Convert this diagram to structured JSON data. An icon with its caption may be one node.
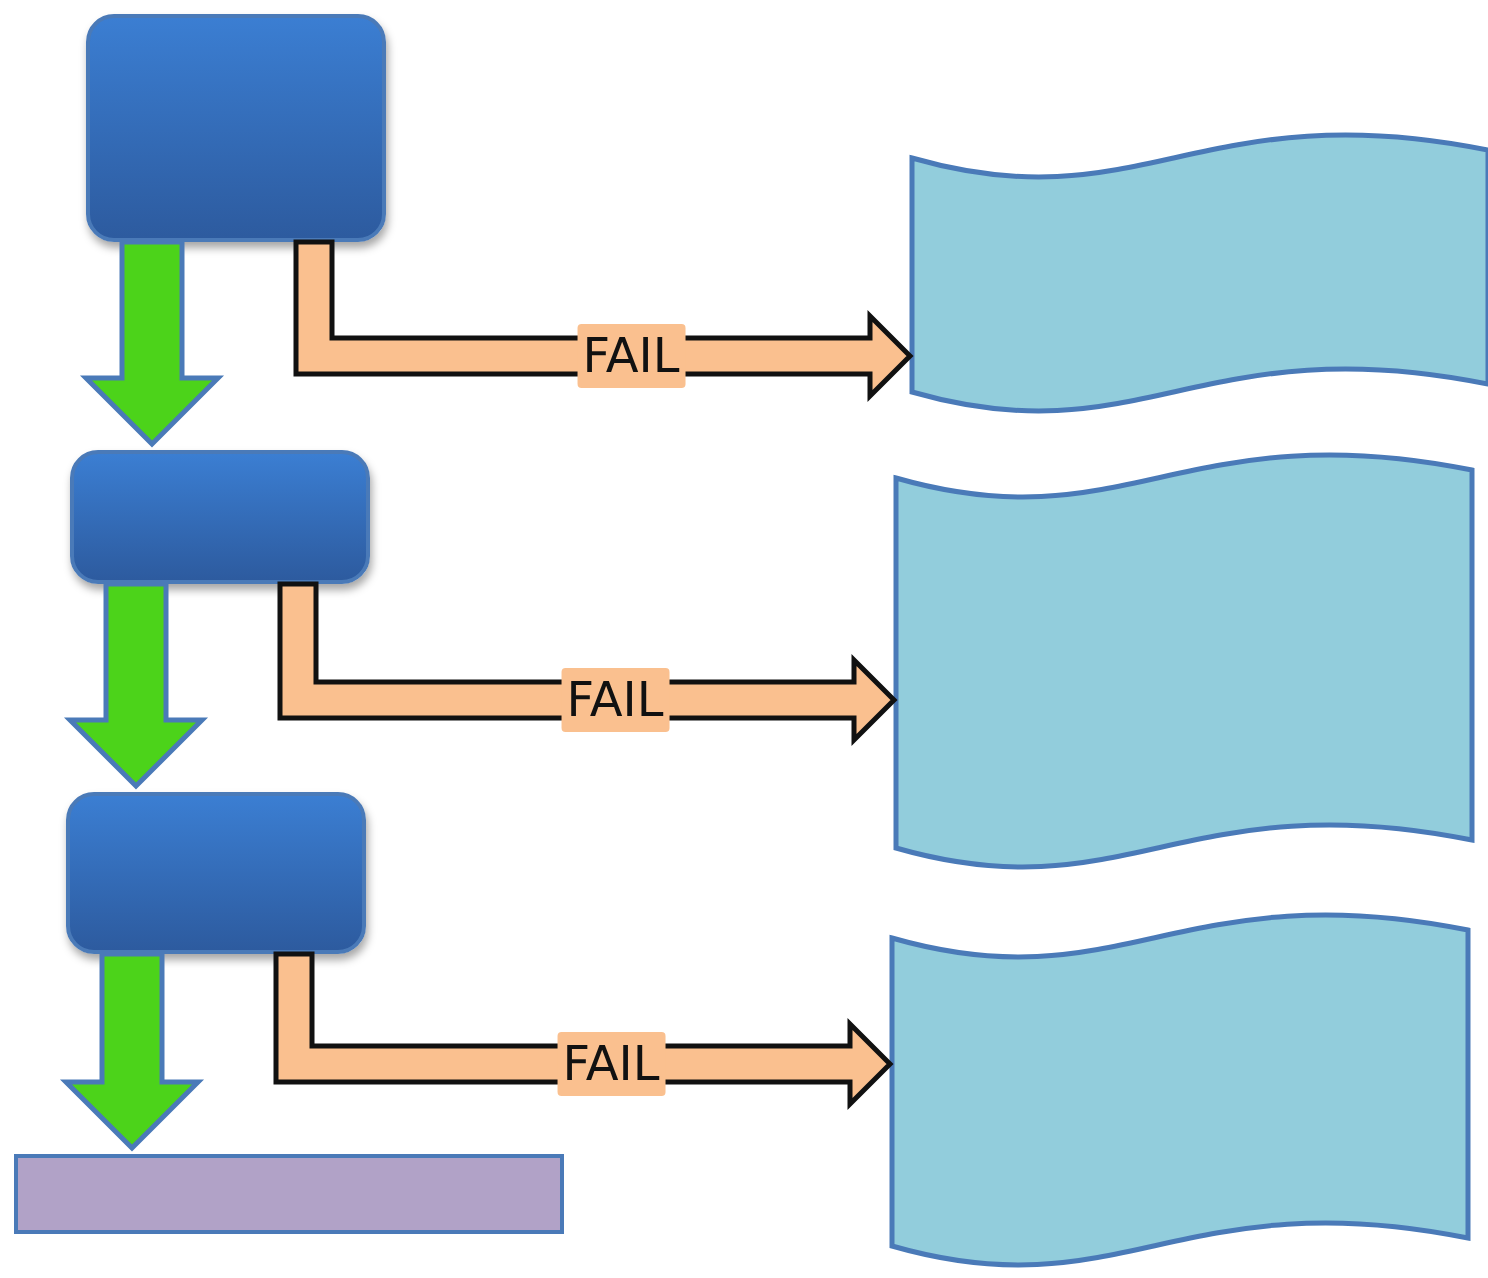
{
  "diagram": {
    "nodes": [
      {
        "text": [],
        "shape": "box"
      },
      {
        "text": [],
        "shape": "box"
      },
      {
        "text": [],
        "shape": "box"
      },
      {
        "text": [],
        "shape": "bar"
      },
      {
        "text": [],
        "shape": "banner"
      },
      {
        "text": [],
        "shape": "banner"
      },
      {
        "text": [],
        "shape": "banner"
      }
    ],
    "edges": [
      {
        "from": 0,
        "to": 1,
        "arrow": "to",
        "style": "thick",
        "color": "#4cd31a"
      },
      {
        "from": 1,
        "to": 2,
        "arrow": "to",
        "style": "thick",
        "color": "#4cd31a"
      },
      {
        "from": 2,
        "to": 3,
        "arrow": "to",
        "style": "thick",
        "color": "#4cd31a"
      },
      {
        "from": 0,
        "to": 4,
        "arrow": "to",
        "label": "FAIL",
        "style": "thick",
        "color": "#fac08f"
      },
      {
        "from": 1,
        "to": 5,
        "arrow": "to",
        "label": "FAIL",
        "style": "thick",
        "color": "#fac08f"
      },
      {
        "from": 2,
        "to": 6,
        "arrow": "to",
        "label": "FAIL",
        "style": "thick",
        "color": "#fac08f"
      }
    ]
  }
}
